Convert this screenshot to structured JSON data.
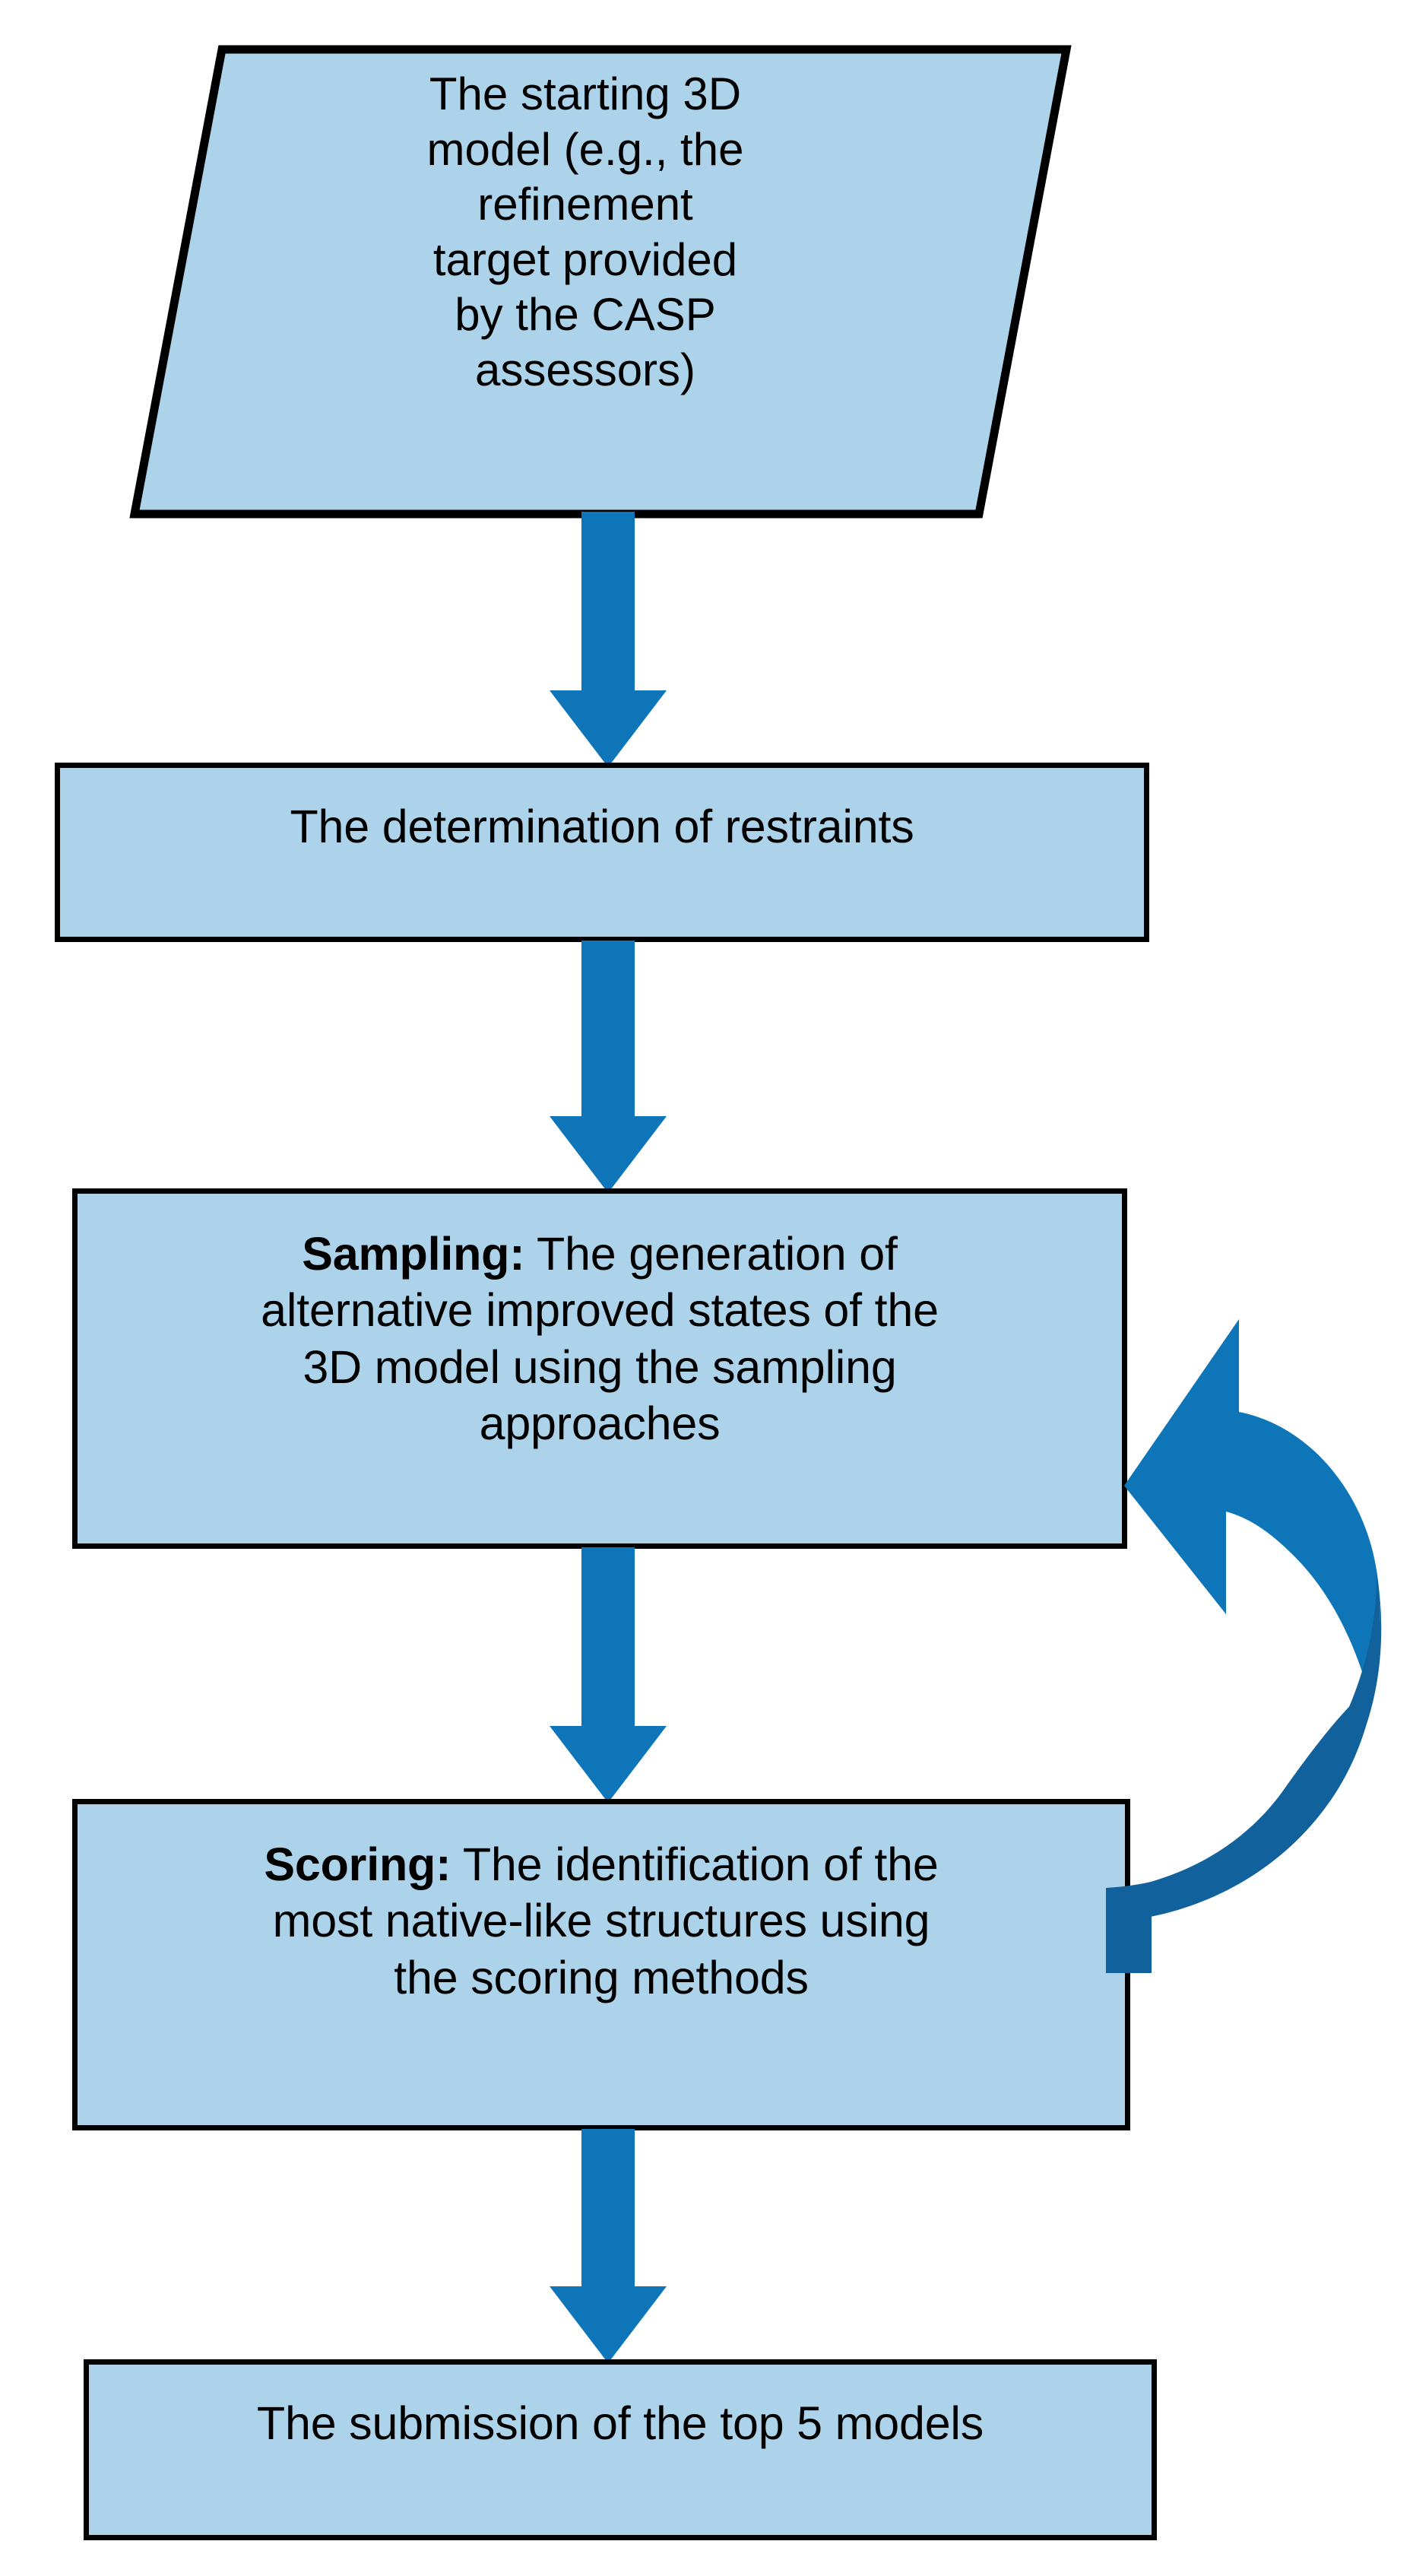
{
  "diagram": {
    "title": "Protein structure refinement pipeline flowchart",
    "orientation": "top-to-bottom",
    "palette": {
      "node_fill": "#ADD3EB",
      "node_border": "#000000",
      "arrow_blue": "#0E76B8",
      "arrow_blue_dark": "#11629C",
      "text": "#000000",
      "background": "#FFFFFF"
    },
    "nodes": [
      {
        "id": "start",
        "shape": "parallelogram",
        "text": "The starting 3D\nmodel (e.g., the\nrefinement\ntarget provided\nby the CASP\nassessors)",
        "bold_lead": ""
      },
      {
        "id": "restraints",
        "shape": "rectangle",
        "text": "The determination of restraints",
        "bold_lead": ""
      },
      {
        "id": "sampling",
        "shape": "rectangle",
        "bold_lead": "Sampling:",
        "text": " The generation of\nalternative improved states of the\n3D model using the sampling\napproaches"
      },
      {
        "id": "scoring",
        "shape": "rectangle",
        "bold_lead": "Scoring:",
        "text": " The identification of the\nmost native-like structures using\nthe scoring methods"
      },
      {
        "id": "submission",
        "shape": "rectangle",
        "text": "The submission of the top 5 models",
        "bold_lead": ""
      }
    ],
    "edges": [
      {
        "id": "e1",
        "from": "start",
        "to": "restraints",
        "style": "straight-down-arrow",
        "label": ""
      },
      {
        "id": "e2",
        "from": "restraints",
        "to": "sampling",
        "style": "straight-down-arrow",
        "label": ""
      },
      {
        "id": "e3",
        "from": "sampling",
        "to": "scoring",
        "style": "straight-down-arrow",
        "label": ""
      },
      {
        "id": "e4",
        "from": "scoring",
        "to": "submission",
        "style": "straight-down-arrow",
        "label": ""
      },
      {
        "id": "e5",
        "from": "scoring",
        "to": "sampling",
        "style": "curved-loop-back-arrow",
        "label": ""
      }
    ]
  }
}
